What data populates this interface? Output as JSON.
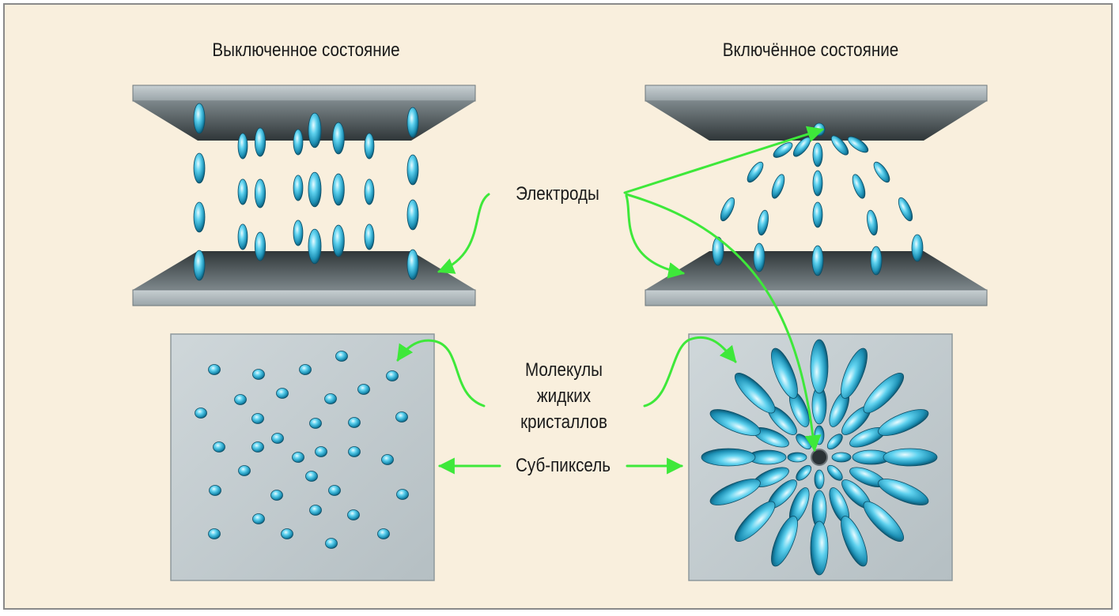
{
  "labels": {
    "off_state": "Выключенное состояние",
    "on_state": "Включённое состояние",
    "electrodes": "Электроды",
    "lc_line1": "Молекулы",
    "lc_line2": "жидких",
    "lc_line3": "кристаллов",
    "subpixel": "Суб-пиксель"
  },
  "colors": {
    "background": "#f9efdd",
    "frame_border": "#8a8a8a",
    "electrode_face": "#a8b1b5",
    "electrode_shadow": "#3e4649",
    "subpixel_fill": "#c1cacd",
    "molecule": "#2fb8dc",
    "arrow": "#3ee83a"
  }
}
